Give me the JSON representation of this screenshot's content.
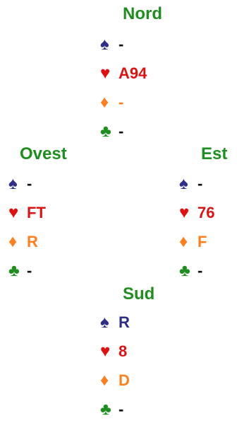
{
  "north": {
    "name": "Nord",
    "spades": "-",
    "hearts": "A94",
    "diamonds": "-",
    "clubs": "-"
  },
  "west": {
    "name": "Ovest",
    "spades": "-",
    "hearts": "FT",
    "diamonds": "R",
    "clubs": "-"
  },
  "east": {
    "name": "Est",
    "spades": "-",
    "hearts": "76",
    "diamonds": "F",
    "clubs": "-"
  },
  "south": {
    "name": "Sud",
    "spades": "R",
    "hearts": "8",
    "diamonds": "D",
    "clubs": "-"
  },
  "suit_symbols": {
    "spades": "♠",
    "hearts": "♥",
    "diamonds": "♦",
    "clubs": "♣"
  },
  "colors": {
    "name": "#1e8e1e",
    "spades": "#2e2e8c",
    "hearts": "#e01010",
    "diamonds": "#ff7f1e",
    "clubs_symbol": "#1e8e1e",
    "clubs_cards": "#111111"
  }
}
